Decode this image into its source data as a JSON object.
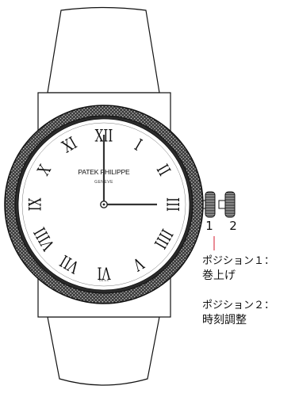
{
  "dial": {
    "brand": "PATEK PHILIPPE",
    "city": "GENEVE",
    "swiss": "SWISS",
    "numerals": [
      "XII",
      "I",
      "II",
      "III",
      "IIII",
      "V",
      "VI",
      "VII",
      "VIII",
      "IX",
      "X",
      "XI"
    ]
  },
  "crown_positions": [
    {
      "number": "1",
      "label": "ポジション１：",
      "description": "巻上げ"
    },
    {
      "number": "2",
      "label": "ポジション２：",
      "description": "時刻調整"
    }
  ],
  "colors": {
    "indicator": "#e05a6a",
    "bezel": "#2a2a2a",
    "lines": "#111111"
  }
}
